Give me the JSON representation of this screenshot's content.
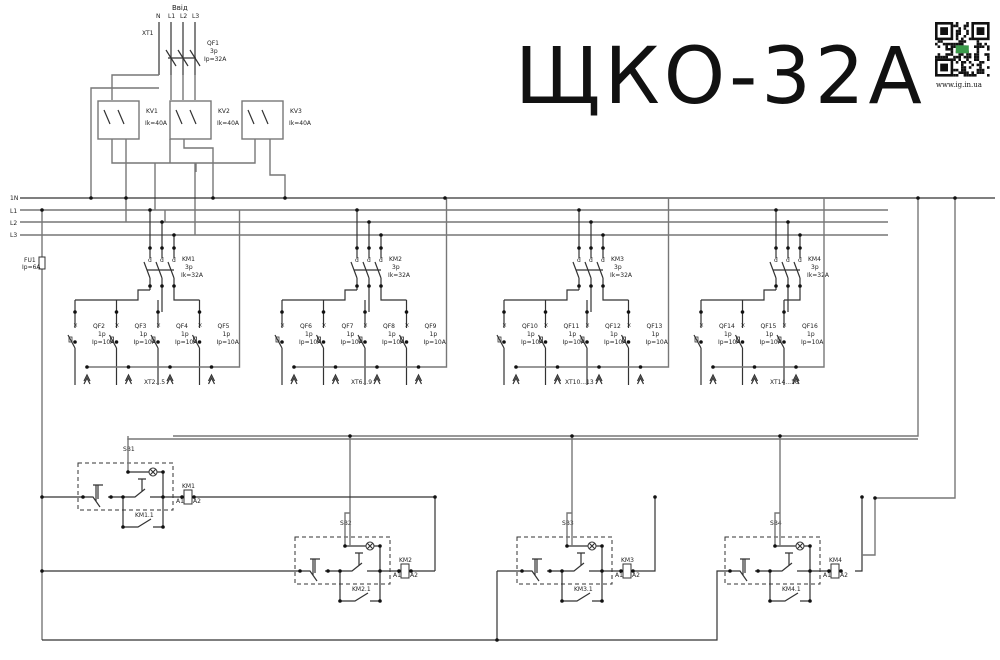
{
  "title": "ЩКО-32А",
  "website": "www.ig.in.ua",
  "qr_icon": "qr-code-icon",
  "input": {
    "label": "Ввід",
    "terminals": [
      "N",
      "L1",
      "L2",
      "L3"
    ],
    "terminal_block": "XT1",
    "breaker": {
      "name": "QF1",
      "poles": "3p",
      "rating": "Ip=32A"
    }
  },
  "relays": [
    {
      "name": "KV1",
      "rating": "Ik=40A"
    },
    {
      "name": "KV2",
      "rating": "Ik=40A"
    },
    {
      "name": "KV3",
      "rating": "Ik=40A"
    }
  ],
  "buses": [
    "1N",
    "L1",
    "L2",
    "L3"
  ],
  "fuse": {
    "name": "FU1",
    "rating": "Ip=6A"
  },
  "contactors": [
    {
      "name": "KM1",
      "poles": "3p",
      "rating": "Ik=32A"
    },
    {
      "name": "KM2",
      "poles": "3p",
      "rating": "Ik=32A"
    },
    {
      "name": "KM3",
      "poles": "3p",
      "rating": "Ik=32A"
    },
    {
      "name": "KM4",
      "poles": "3p",
      "rating": "Ik=32A"
    }
  ],
  "groups": [
    {
      "terminals": "XT2...5",
      "breakers": [
        {
          "name": "QF2",
          "poles": "1p",
          "rating": "Ip=10A"
        },
        {
          "name": "QF3",
          "poles": "1p",
          "rating": "Ip=10A"
        },
        {
          "name": "QF4",
          "poles": "1p",
          "rating": "Ip=10A"
        },
        {
          "name": "QF5",
          "poles": "1p",
          "rating": "Ip=10A"
        }
      ]
    },
    {
      "terminals": "XT6...9",
      "breakers": [
        {
          "name": "QF6",
          "poles": "1p",
          "rating": "Ip=10A"
        },
        {
          "name": "QF7",
          "poles": "1p",
          "rating": "Ip=10A"
        },
        {
          "name": "QF8",
          "poles": "1p",
          "rating": "Ip=10A"
        },
        {
          "name": "QF9",
          "poles": "1p",
          "rating": "Ip=10A"
        }
      ]
    },
    {
      "terminals": "XT10...13",
      "breakers": [
        {
          "name": "QF10",
          "poles": "1p",
          "rating": "Ip=10A"
        },
        {
          "name": "QF11",
          "poles": "1p",
          "rating": "Ip=10A"
        },
        {
          "name": "QF12",
          "poles": "1p",
          "rating": "Ip=10A"
        },
        {
          "name": "QF13",
          "poles": "1p",
          "rating": "Ip=10A"
        }
      ]
    },
    {
      "terminals": "XT14...16",
      "breakers": [
        {
          "name": "QF14",
          "poles": "1p",
          "rating": "Ip=10A"
        },
        {
          "name": "QF15",
          "poles": "1p",
          "rating": "Ip=10A"
        },
        {
          "name": "QF16",
          "poles": "1p",
          "rating": "Ip=10A"
        }
      ]
    }
  ],
  "control": [
    {
      "button": "SB1",
      "coil": "KM1",
      "aux": "KM1.1",
      "a1": "A1",
      "a2": "A2"
    },
    {
      "button": "SB2",
      "coil": "KM2",
      "aux": "KM2.1",
      "a1": "A1",
      "a2": "A2"
    },
    {
      "button": "SB3",
      "coil": "KM3",
      "aux": "KM3.1",
      "a1": "A1",
      "a2": "A2"
    },
    {
      "button": "SB4",
      "coil": "KM4",
      "aux": "KM4.1",
      "a1": "A1",
      "a2": "A2"
    }
  ]
}
